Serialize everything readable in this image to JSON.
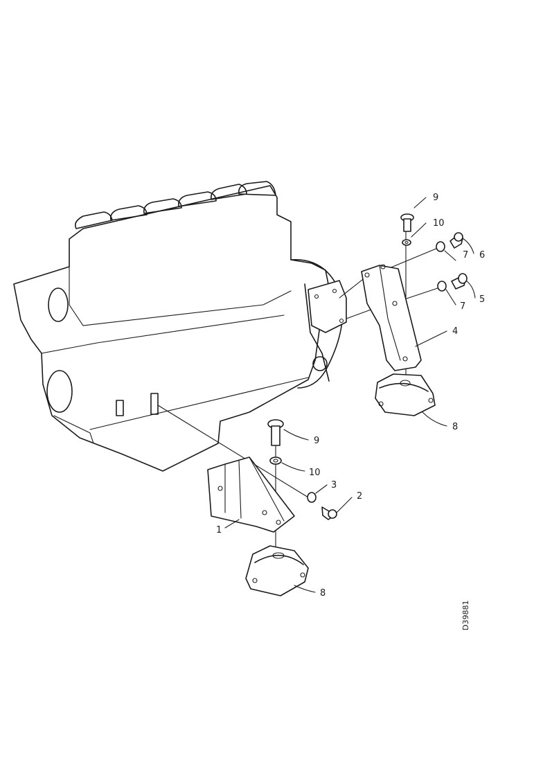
{
  "callouts": {
    "c1": "1",
    "c2": "2",
    "c3": "3",
    "c4": "4",
    "c5": "5",
    "c6": "6",
    "c7a": "7",
    "c7b": "7",
    "c8a": "8",
    "c8b": "8",
    "c9a": "9",
    "c9b": "9",
    "c10a": "10",
    "c10b": "10"
  },
  "reference_code": "D39881"
}
